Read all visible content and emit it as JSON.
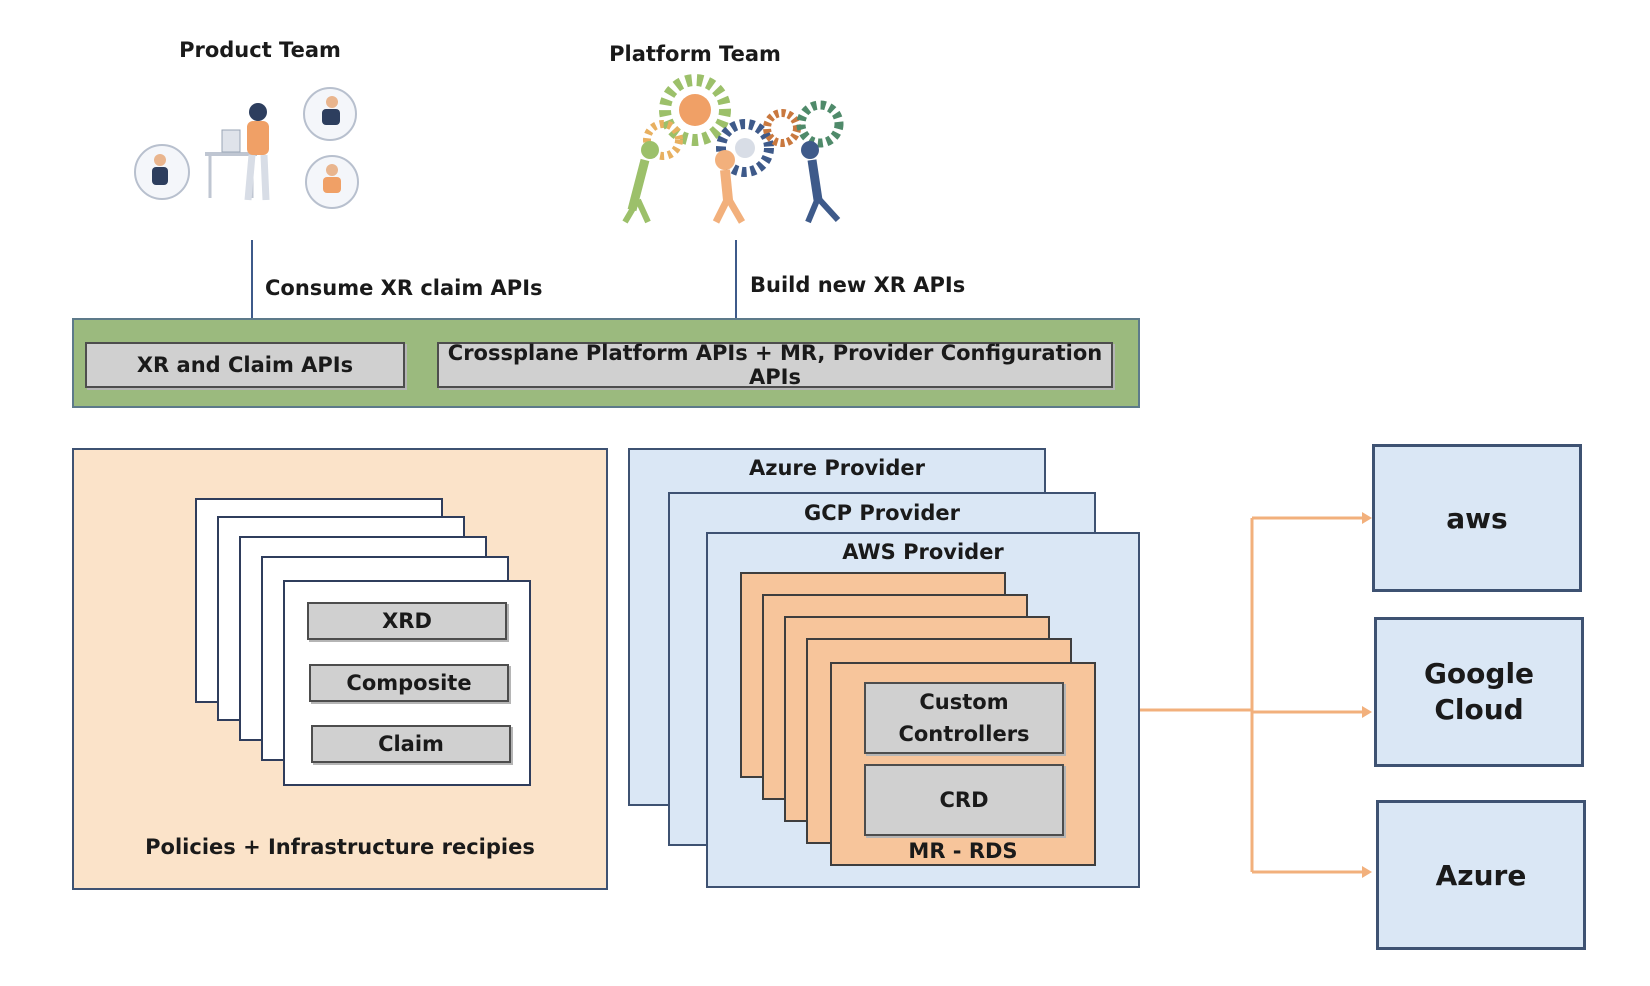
{
  "teams": {
    "product": "Product Team",
    "platform": "Platform Team"
  },
  "arrows": {
    "consume": "Consume XR claim APIs",
    "build": "Build new XR APIs"
  },
  "api_layer": {
    "xr_claim": "XR and Claim APIs",
    "crossplane": "Crossplane Platform APIs + MR, Provider Configuration APIs"
  },
  "policies": {
    "xrd": "XRD",
    "composite": "Composite",
    "claim": "Claim",
    "caption": "Policies + Infrastructure recipies"
  },
  "providers": {
    "azure": "Azure Provider",
    "gcp": "GCP Provider",
    "aws": "AWS Provider",
    "custom_controllers": "Custom Controllers",
    "crd": "CRD",
    "mr": "MR - RDS"
  },
  "clouds": {
    "aws": "aws",
    "google": "Google Cloud",
    "azure": "Azure"
  },
  "colors": {
    "api_layer_bg": "#9bba7e",
    "policies_bg": "#fbe3c9",
    "provider_bg": "#dae7f5",
    "orange": "#f7c59b",
    "connector": "#f2b07c",
    "arrow_blue": "#3e5a8a"
  },
  "icons": [
    "people-working-illustration",
    "gears-teamwork-illustration"
  ]
}
